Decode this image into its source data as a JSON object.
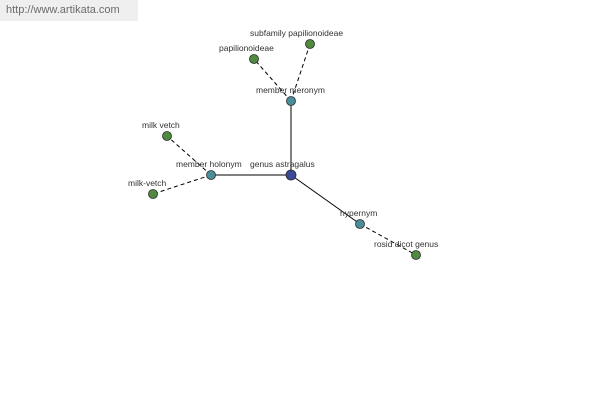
{
  "watermark": {
    "text": "http://www.artikata.com"
  },
  "graph": {
    "colors": {
      "center": "#3a4a96",
      "relation": "#4a8e9a",
      "leaf": "#4f8a3e",
      "edge": "#000000"
    },
    "nodes": [
      {
        "id": "genus-astragalus",
        "label": "genus astragalus",
        "kind": "center"
      },
      {
        "id": "member-meronym",
        "label": "member meronym",
        "kind": "relation"
      },
      {
        "id": "member-holonym",
        "label": "member holonym",
        "kind": "relation"
      },
      {
        "id": "hypernym",
        "label": "hypernym",
        "kind": "relation"
      },
      {
        "id": "papilionoideae",
        "label": "papilionoideae",
        "kind": "leaf"
      },
      {
        "id": "subfamily-papilionoideae",
        "label": "subfamily papilionoideae",
        "kind": "leaf"
      },
      {
        "id": "milk-vetch",
        "label": "milk vetch",
        "kind": "leaf"
      },
      {
        "id": "milk-vetch-hyphen",
        "label": "milk-vetch",
        "kind": "leaf"
      },
      {
        "id": "rosid-dicot-genus",
        "label": "rosid dicot genus",
        "kind": "leaf"
      }
    ],
    "edges": [
      {
        "from": "genus-astragalus",
        "to": "member-meronym",
        "style": "solid"
      },
      {
        "from": "genus-astragalus",
        "to": "member-holonym",
        "style": "solid"
      },
      {
        "from": "genus-astragalus",
        "to": "hypernym",
        "style": "solid"
      },
      {
        "from": "member-meronym",
        "to": "papilionoideae",
        "style": "dashed"
      },
      {
        "from": "member-meronym",
        "to": "subfamily-papilionoideae",
        "style": "dashed"
      },
      {
        "from": "member-holonym",
        "to": "milk-vetch",
        "style": "dashed"
      },
      {
        "from": "member-holonym",
        "to": "milk-vetch-hyphen",
        "style": "dashed"
      },
      {
        "from": "hypernym",
        "to": "rosid-dicot-genus",
        "style": "dashed"
      }
    ]
  }
}
